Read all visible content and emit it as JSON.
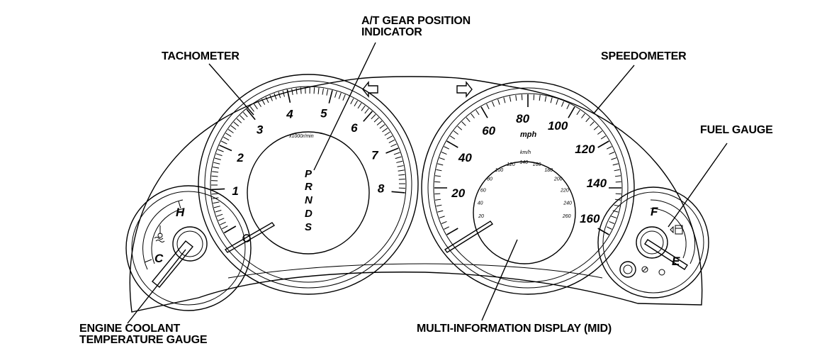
{
  "callouts": {
    "gear_position": [
      "A/T GEAR POSITION",
      "INDICATOR"
    ],
    "tachometer": "TACHOMETER",
    "speedometer": "SPEEDOMETER",
    "fuel_gauge": "FUEL GAUGE",
    "coolant_gauge": [
      "ENGINE COOLANT",
      "TEMPERATURE GAUGE"
    ],
    "mid": "MULTI-INFORMATION DISPLAY (MID)"
  },
  "tachometer": {
    "numbers": [
      "1",
      "2",
      "3",
      "4",
      "5",
      "6",
      "7",
      "8"
    ],
    "unit": "x1000r/min"
  },
  "gear_indicator": [
    "P",
    "R",
    "N",
    "D",
    "S"
  ],
  "speedometer": {
    "mph_numbers": [
      "20",
      "40",
      "60",
      "80",
      "100",
      "120",
      "140",
      "160"
    ],
    "unit_mph": "mph",
    "kmh_numbers": [
      "20",
      "40",
      "60",
      "80",
      "100",
      "120",
      "140",
      "160",
      "180",
      "200",
      "220",
      "240",
      "260"
    ],
    "unit_kmh": "km/h"
  },
  "coolant": {
    "hot": "H",
    "cold": "C"
  },
  "fuel": {
    "full": "F",
    "empty": "E"
  },
  "indicators": {
    "turn_left": "left-turn-arrow-icon",
    "turn_right": "right-turn-arrow-icon",
    "coolant_symbol": "thermometer-icon",
    "fuel_symbol": "fuel-pump-icon"
  }
}
